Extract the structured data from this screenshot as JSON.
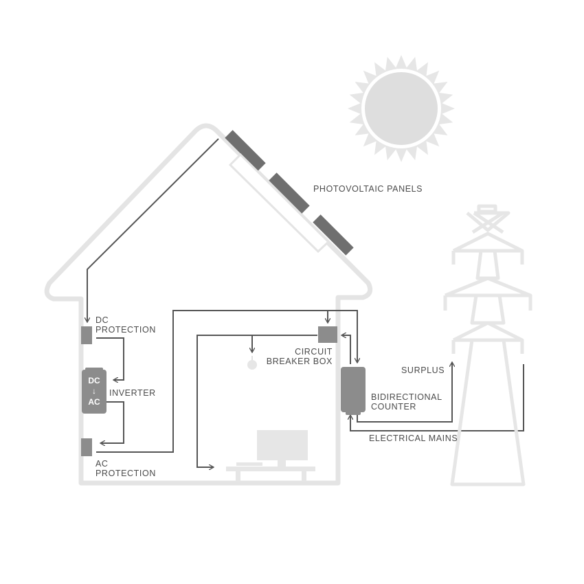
{
  "labels": {
    "photovoltaic_panels": "PHOTOVOLTAIC PANELS",
    "dc_protection_1": "DC",
    "dc_protection_2": "PROTECTION",
    "inverter": "INVERTER",
    "ac_protection_1": "AC",
    "ac_protection_2": "PROTECTION",
    "circuit_breaker_1": "CIRCUIT",
    "circuit_breaker_2": "BREAKER BOX",
    "bidirectional_1": "BIDIRECTIONAL",
    "bidirectional_2": "COUNTER",
    "surplus": "SURPLUS",
    "electrical_mains": "ELECTRICAL MAINS"
  },
  "inverter_box": {
    "top": "DC",
    "arrow": "↓",
    "bottom": "AC"
  },
  "colors": {
    "outline": "#e3e3e3",
    "wire": "#555555",
    "component": "#8c8c8c",
    "panel": "#6f6f6f",
    "sun_fill": "#dedede",
    "text": "#4a4a4a"
  }
}
